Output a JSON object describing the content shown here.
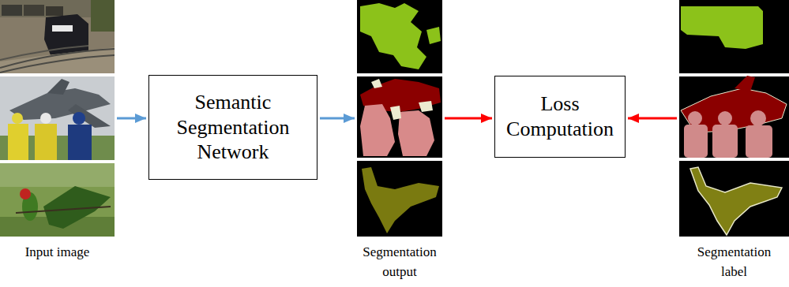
{
  "diagram": {
    "nodes": [
      {
        "text": [
          "Input image"
        ]
      },
      {
        "text": [
          "Semantic Segmentation Network"
        ]
      },
      {
        "text": [
          "Segmentation output"
        ]
      },
      {
        "text": [
          "Loss Computation"
        ]
      },
      {
        "text": [
          "Segmentation label"
        ]
      }
    ],
    "edges": [
      {
        "from": 0,
        "to": 1,
        "arrow": "to"
      },
      {
        "from": 1,
        "to": 2,
        "arrow": "to"
      },
      {
        "from": 2,
        "to": 3,
        "arrow": "to"
      },
      {
        "from": 4,
        "to": 3,
        "arrow": "to"
      }
    ]
  }
}
